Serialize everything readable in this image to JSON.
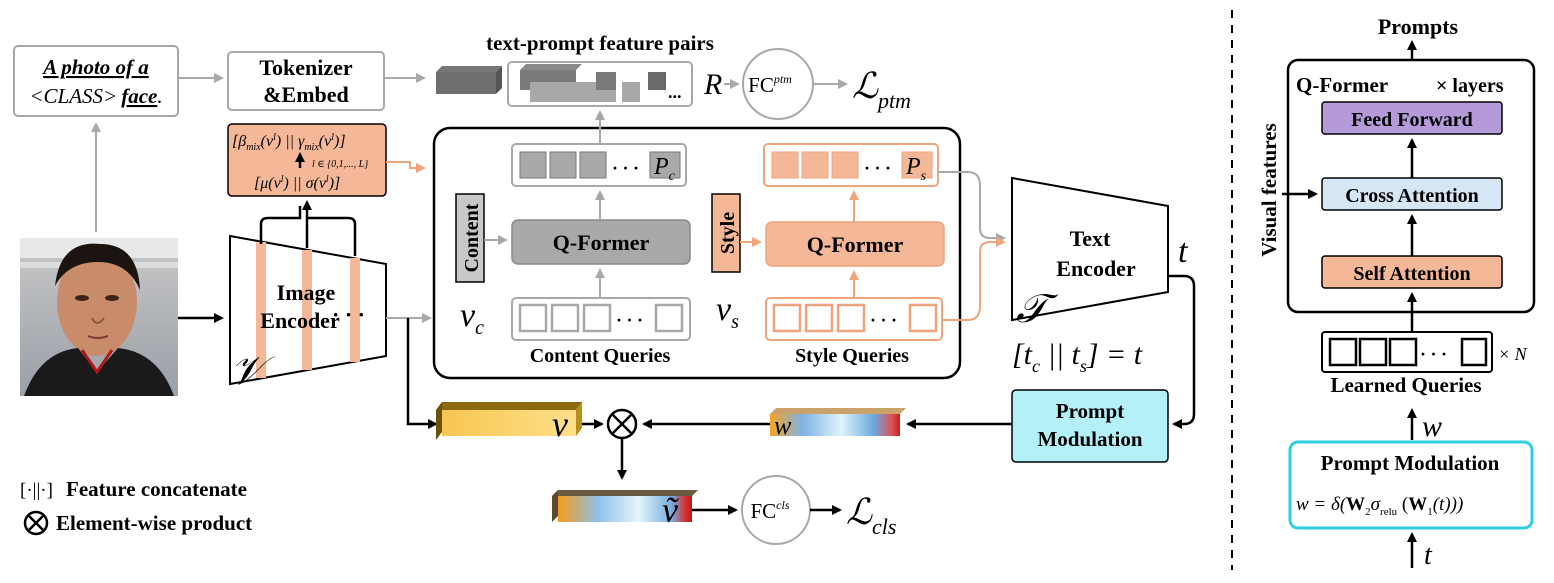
{
  "prompt_template": {
    "line1": "A photo of a",
    "line2a": "<CLASS>",
    "line2b": "face",
    "line2c": "."
  },
  "tokenizer": {
    "line1": "Tokenizer",
    "line2": "&Embed"
  },
  "text_prompt_pairs_label": "text-prompt feature pairs",
  "ellipsis": "...",
  "cdots": "· · ·",
  "R_label": "R",
  "fc_ptm": {
    "base": "FC",
    "sup": "ptm"
  },
  "loss_ptm": {
    "base": "ℒ",
    "sub": "ptm"
  },
  "mix_stats": {
    "top_a": "[β",
    "top_sub1": "mix",
    "top_b": "(v",
    "top_sup1": "l",
    "top_c": ") || γ",
    "top_sub2": "mix",
    "top_d": "(v",
    "top_sup2": "l",
    "top_e": ")]",
    "mid": "l ∈ {0,1,..., L}",
    "bot_a": "[μ(v",
    "bot_sup1": "l",
    "bot_b": ") || σ(v",
    "bot_sup2": "l",
    "bot_c": ")]"
  },
  "content_label": "Content",
  "style_label": "Style",
  "qformer_label": "Q-Former",
  "Pc": {
    "base": "P",
    "sub": "c"
  },
  "Ps": {
    "base": "P",
    "sub": "s"
  },
  "vc": {
    "base": "v",
    "sub": "c"
  },
  "vs": {
    "base": "v",
    "sub": "s"
  },
  "content_queries": "Content Queries",
  "style_queries": "Style Queries",
  "image_encoder": {
    "line1": "Image",
    "line2": "Encoder"
  },
  "image_encoder_symbol": "𝒱",
  "text_encoder": {
    "line1": "Text",
    "line2": "Encoder"
  },
  "text_encoder_symbol": "𝒯",
  "t_label": "t",
  "concat_eq": {
    "a": "[t",
    "sub1": "c",
    "b": " || t",
    "sub2": "s",
    "c": "] = t"
  },
  "prompt_modulation": {
    "line1": "Prompt",
    "line2": "Modulation"
  },
  "v_label": "v",
  "w_label": "w",
  "v_tilde_label": "ṽ",
  "fc_cls": {
    "base": "FC",
    "sup": "cls"
  },
  "loss_cls": {
    "base": "ℒ",
    "sub": "cls"
  },
  "legend": {
    "concat_symbol": "[·||·]",
    "concat_text": "Feature concatenate",
    "product_text": "Element-wise product"
  },
  "right_panel": {
    "prompts": "Prompts",
    "qformer": "Q-Former",
    "layers": "× layers",
    "feed_forward": "Feed Forward",
    "cross_attention": "Cross Attention",
    "self_attention": "Self Attention",
    "visual_features": "Visual features",
    "times_n": "× N",
    "learned_queries": "Learned Queries",
    "w": "w",
    "pm_title": "Prompt Modulation",
    "pm_eq_a": "w = δ(",
    "pm_eq_W2": "W",
    "pm_eq_sub2": "2",
    "pm_eq_sigma": "σ",
    "pm_eq_relu": "relu",
    "pm_eq_b": " (",
    "pm_eq_W1": "W",
    "pm_eq_sub1": "1",
    "pm_eq_c": "(t)))",
    "t": "t"
  },
  "colors": {
    "gray_stroke": "#a8a8a8",
    "orange_fill": "#f4b899",
    "orange_stroke": "#eea57c",
    "qformer_gray": "#a9a9a9",
    "cyan_fill": "#b3f0f7",
    "cyan_stroke": "#2fcfe0",
    "purple": "#b49ad9",
    "light_blue": "#d7e6f5"
  }
}
